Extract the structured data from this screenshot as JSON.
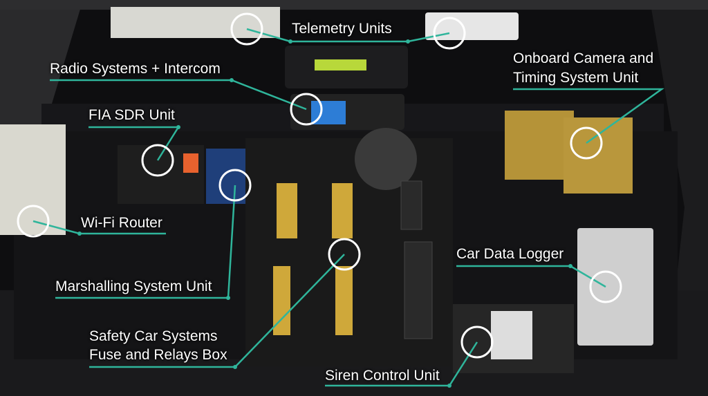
{
  "labels": {
    "telemetry": "Telemetry Units",
    "radio": "Radio Systems + Intercom",
    "camera_line1": "Onboard Camera and",
    "camera_line2": "Timing System Unit",
    "sdr": "FIA SDR Unit",
    "wifi": "Wi-Fi Router",
    "marshalling": "Marshalling System Unit",
    "fuse_line1": "Safety Car Systems",
    "fuse_line2": "Fuse and Relays Box",
    "logger": "Car Data Logger",
    "siren": "Siren Control Unit"
  },
  "colors": {
    "accent": "#2fb59b",
    "circle": "#ffffff"
  }
}
